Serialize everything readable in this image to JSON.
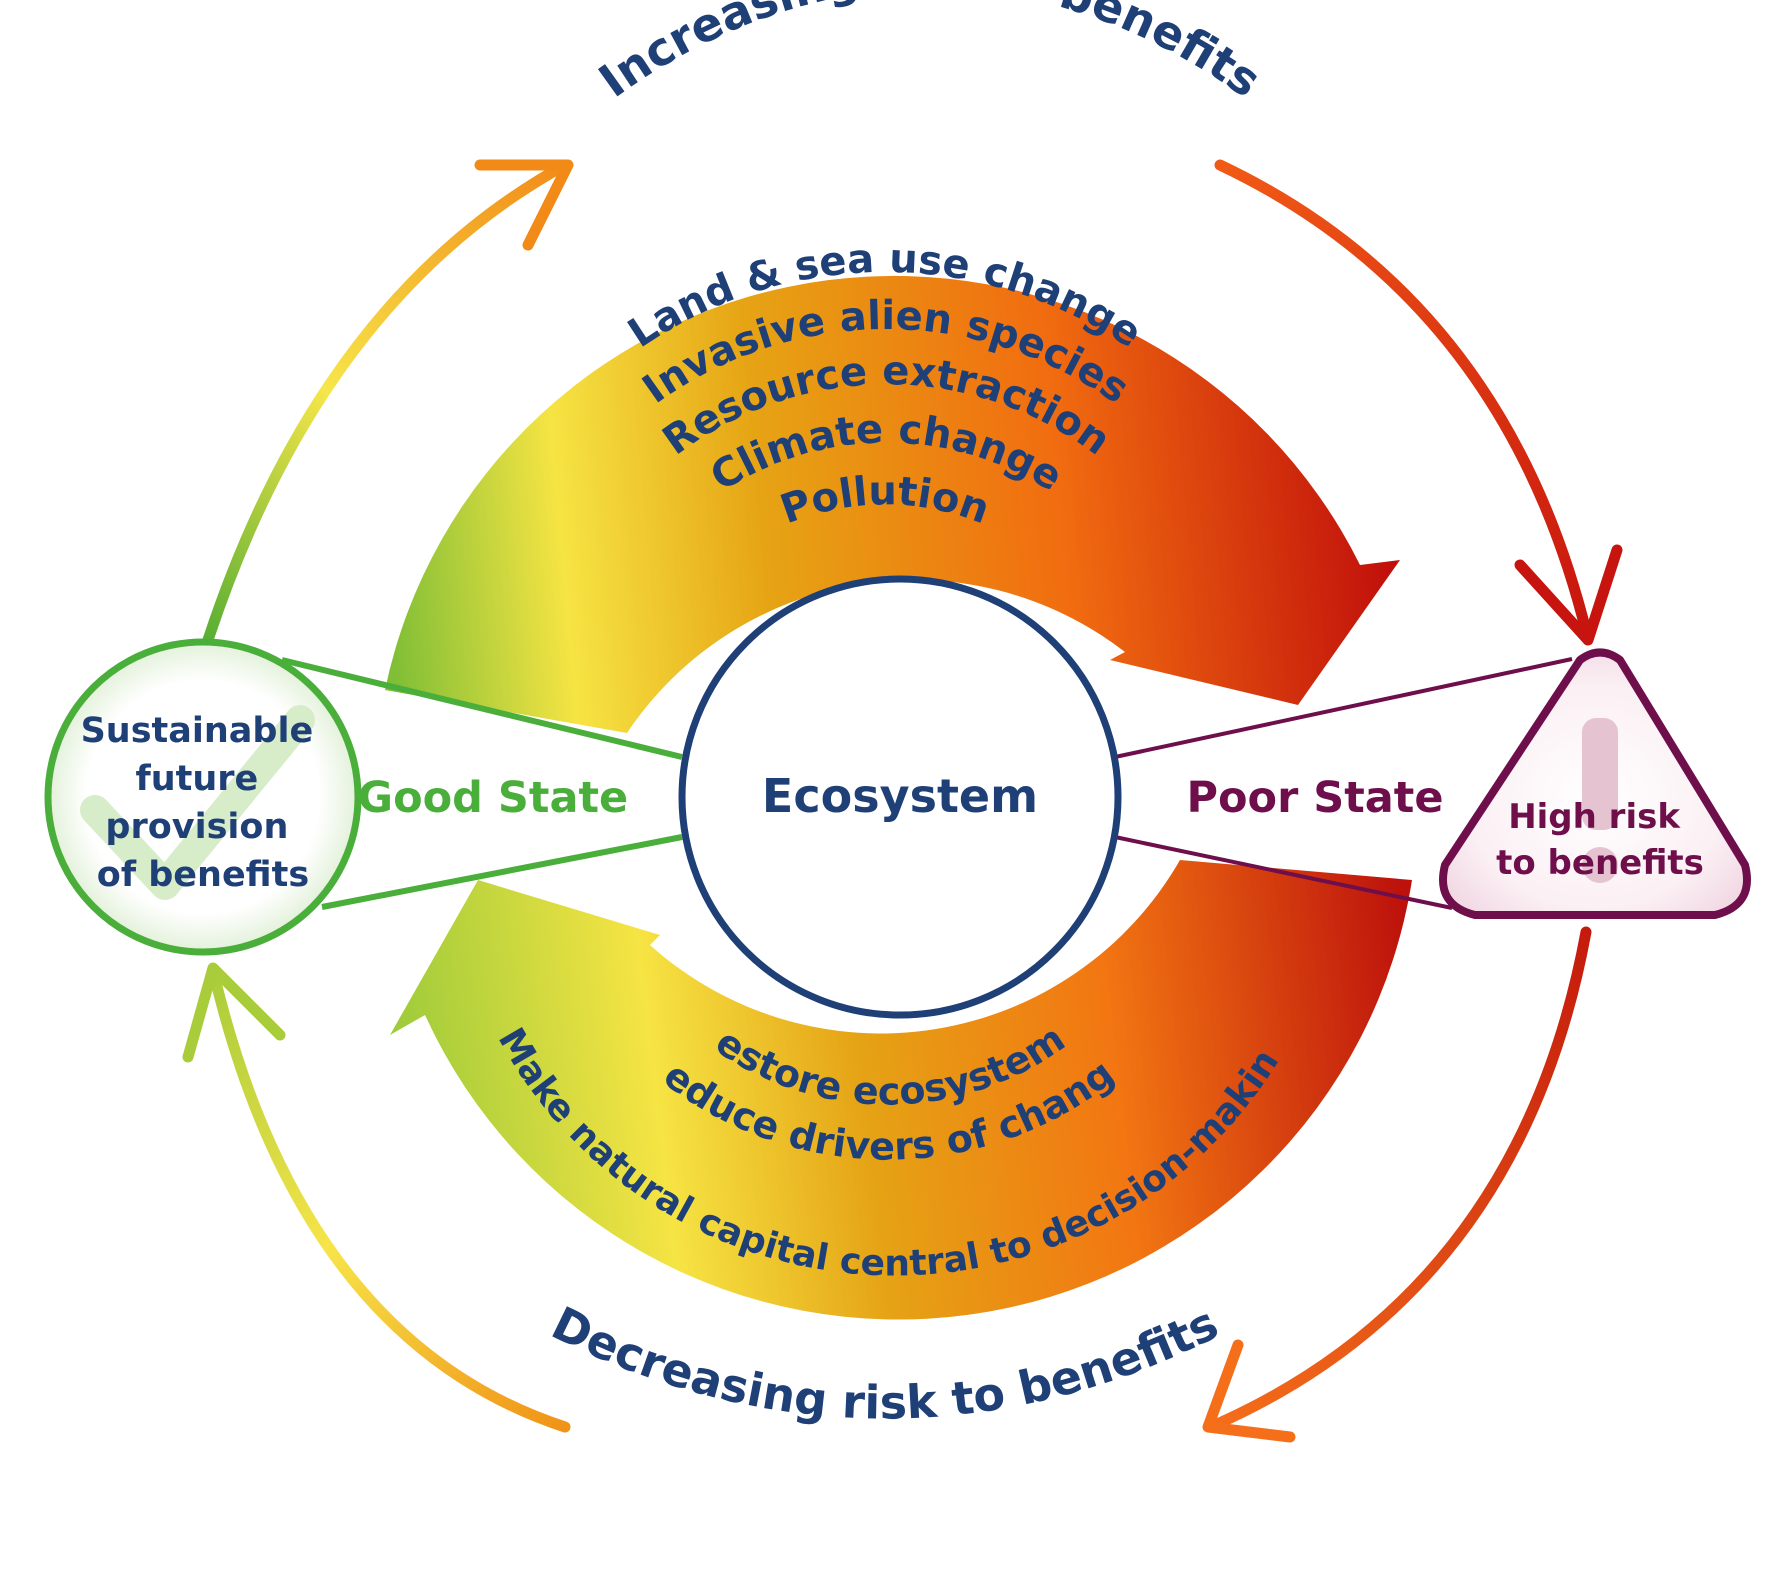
{
  "outer_top_label": "Increasing risk to benefits",
  "outer_bottom_label": "Decreasing risk to benefits",
  "pressures": [
    "Land & sea use change",
    "Invasive alien species",
    "Resource extraction",
    "Climate change",
    "Pollution"
  ],
  "actions": [
    "Restore ecosystems",
    "Reduce drivers of change",
    "Make natural capital central to decision-making"
  ],
  "center_label": "Ecosystem",
  "good_state_label": "Good State",
  "poor_state_label": "Poor State",
  "good_outcome": [
    "Sustainable",
    "future",
    "provision",
    "of benefits"
  ],
  "bad_outcome": [
    "High risk",
    "to benefits"
  ],
  "colors": {
    "navy": "#1f3f77",
    "green": "#4aae3a",
    "plum": "#6e0f4c",
    "yellow": "#f7e443",
    "orange": "#f27a12",
    "red": "#c41a0c"
  },
  "icons": [
    "check-icon",
    "exclamation-icon"
  ]
}
